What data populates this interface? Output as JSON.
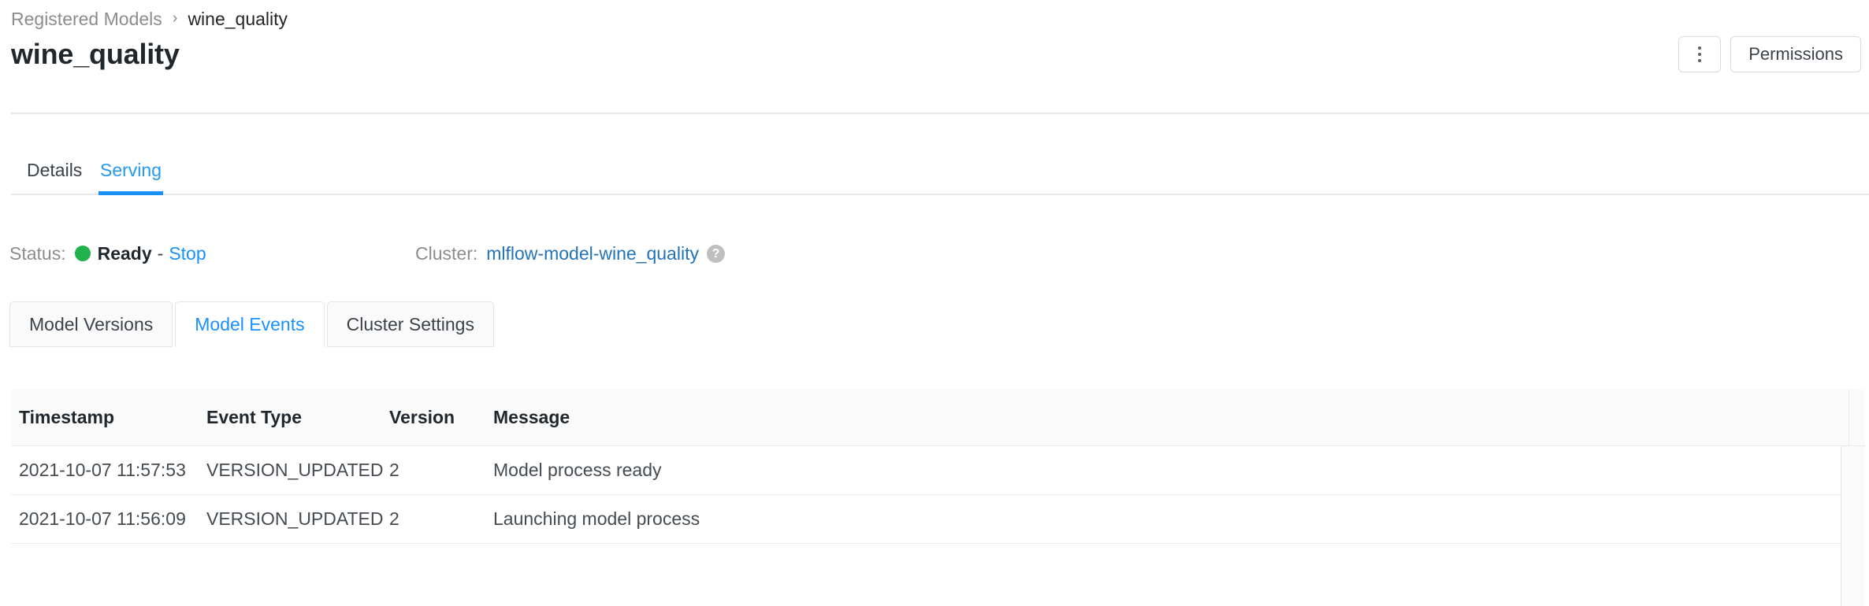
{
  "breadcrumb": {
    "parent": "Registered Models",
    "separator": "›",
    "current": "wine_quality"
  },
  "header": {
    "title": "wine_quality",
    "overflow_menu_icon": "vertical-dots-icon",
    "permissions_label": "Permissions"
  },
  "tabs": [
    {
      "label": "Details",
      "active": false
    },
    {
      "label": "Serving",
      "active": true
    }
  ],
  "serving": {
    "status_label": "Status:",
    "status_value": "Ready",
    "status_dash": "-",
    "stop_label": "Stop",
    "status_color": "#21b14d",
    "cluster_label": "Cluster:",
    "cluster_name": "mlflow-model-wine_quality",
    "help_glyph": "?"
  },
  "card_tabs": [
    {
      "label": "Model Versions",
      "active": false
    },
    {
      "label": "Model Events",
      "active": true
    },
    {
      "label": "Cluster Settings",
      "active": false
    }
  ],
  "events_table": {
    "columns": [
      "Timestamp",
      "Event Type",
      "Version",
      "Message"
    ],
    "rows": [
      {
        "timestamp": "2021-10-07 11:57:53",
        "event_type": "VERSION_UPDATED",
        "version": "2",
        "message": "Model process ready"
      },
      {
        "timestamp": "2021-10-07 11:56:09",
        "event_type": "VERSION_UPDATED",
        "version": "2",
        "message": "Launching model process"
      }
    ]
  },
  "colors": {
    "accent_blue": "#1890ff",
    "link_blue": "#2273b8",
    "status_green": "#21b14d",
    "muted_gray": "#8c8c8c"
  }
}
